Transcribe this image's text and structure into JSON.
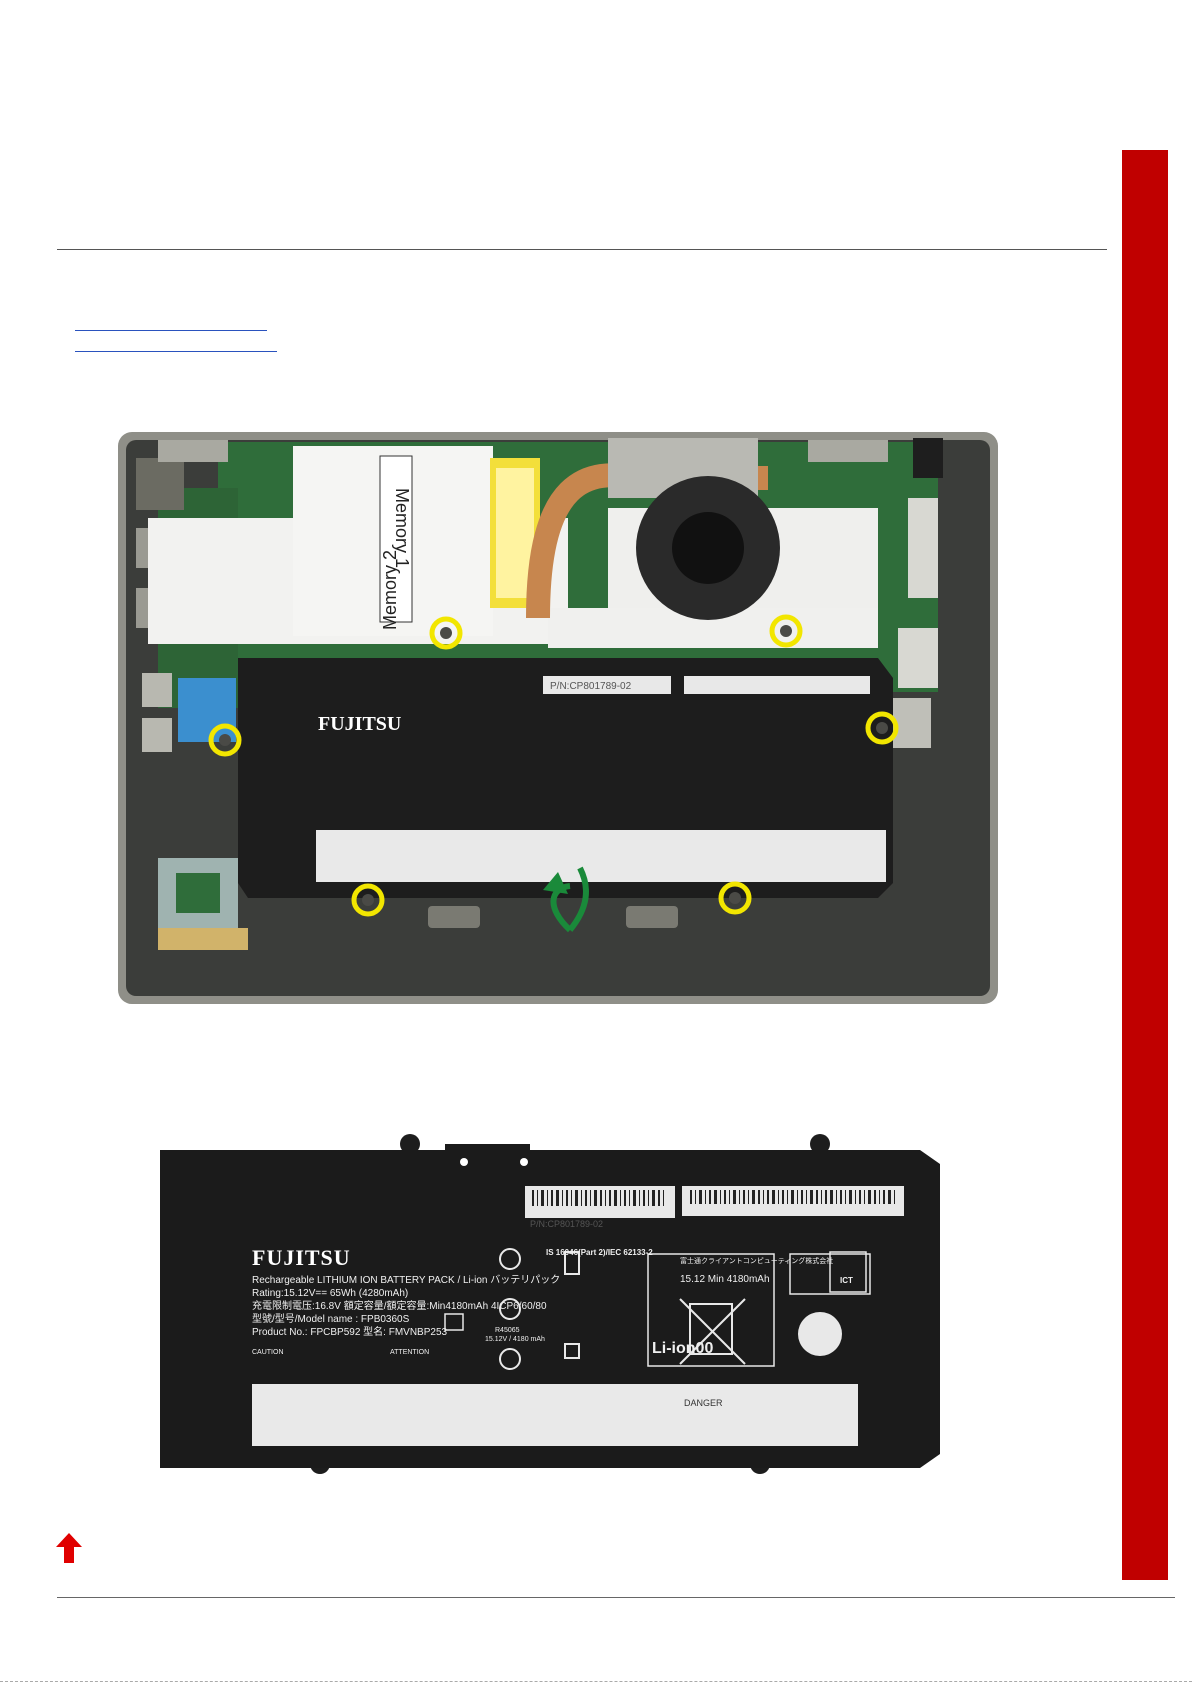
{
  "laptop_photo": {
    "memory_label_1": "Memory 1",
    "memory_label_2": "Memory 2",
    "battery_brand": "FUJITSU",
    "battery_pn": "P/N:CP801789-02",
    "icon": "remove-direction-arrow-icon"
  },
  "battery_photo": {
    "brand": "FUJITSU",
    "pn": "P/N:CP801789-02",
    "desc": "Rechargeable LITHIUM ION BATTERY PACK / Li-ion バッテリパック",
    "rating": "Rating:15.12V== 65Wh (4280mAh)",
    "charge": "充電限制電压:16.8V 額定容量/額定容量:Min4180mAh 4ICP6/60/80",
    "model": "型號/型号/Model name : FPB0360S",
    "product": "Product No.: FPCBP592 型名: FMVNBP253",
    "caution": "CAUTION",
    "attention": "ATTENTION",
    "is": "IS 16046(Part 2)/IEC 62133-2",
    "rohs": "R45065",
    "rating_small": "15.12V / 4180 mAh",
    "ps": "15.12 Min 4180mAh",
    "liion": "Li-ion00",
    "ict": "ICT",
    "danger": "DANGER",
    "japanese_header": "富士通クライアントコンピューティング株式会社"
  },
  "colors": {
    "side_tab": "#c00000",
    "link": "#2a52be",
    "screw_highlight": "#f2e600",
    "arrow_green": "#1a8a3a",
    "up_arrow": "#e00000"
  },
  "icons": {
    "up": "up-arrow-icon"
  }
}
